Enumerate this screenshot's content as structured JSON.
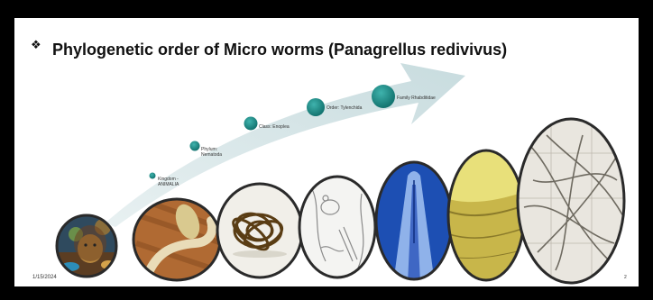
{
  "slide": {
    "bullet_glyph": "❖",
    "title": "Phylogenetic order of Micro worms (Panagrellus redivivus)",
    "taxonomy": [
      {
        "label": "Kingdom -ANIMALIA"
      },
      {
        "label": "Phylum: Nematoda"
      },
      {
        "label": "Class: Enoplea"
      },
      {
        "label": "Order: Tylenchida"
      },
      {
        "label": "Family Rhabditidae"
      }
    ],
    "footer_date": "1/15/2024",
    "page_number": "2"
  },
  "colors": {
    "background": "#000000",
    "slide": "#ffffff",
    "arrow": "#cfe1e3",
    "node": "#1a8f8a",
    "oval_border": "#2a2a2a"
  },
  "images": [
    {
      "name": "animal-collage-icon"
    },
    {
      "name": "worm-closeup-image"
    },
    {
      "name": "coiled-worms-image"
    },
    {
      "name": "worm-sketch-image"
    },
    {
      "name": "blue-micrograph-image"
    },
    {
      "name": "yellow-micrograph-image"
    },
    {
      "name": "worm-cluster-micrograph-image"
    }
  ]
}
